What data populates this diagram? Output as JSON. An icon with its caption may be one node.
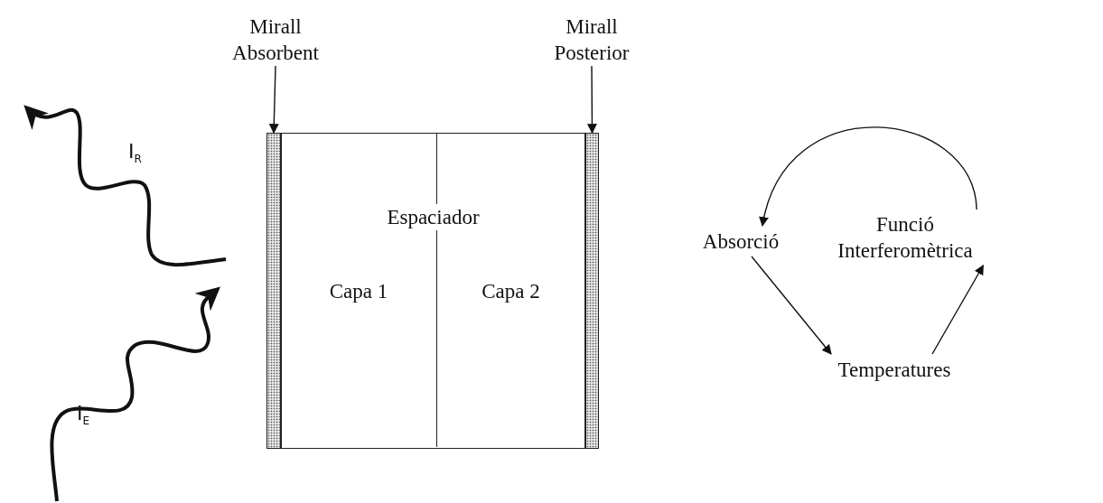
{
  "diagram": {
    "nodes": [
      {
        "text": [
          "Mirall Absorbent"
        ]
      },
      {
        "text": [
          "Mirall Posterior"
        ]
      },
      {
        "text": [],
        "shape": "bar"
      },
      {
        "text": [
          "Espaciador"
        ]
      },
      {
        "text": [
          "Capa 1"
        ],
        "in": 3
      },
      {
        "text": [
          "Capa 2"
        ],
        "in": 3
      },
      {
        "text": [],
        "shape": "bar"
      },
      {
        "text": [
          "Absorció"
        ]
      },
      {
        "text": [
          "Funció Interferomètrica"
        ]
      },
      {
        "text": [
          "Temperatures"
        ]
      }
    ],
    "edges": [
      {
        "from": 0,
        "to": 2,
        "arrow": "to"
      },
      {
        "from": 1,
        "to": 6,
        "arrow": "to"
      },
      {
        "from": 8,
        "to": 7,
        "arrow": "to"
      },
      {
        "from": 7,
        "to": 9,
        "arrow": "to"
      },
      {
        "from": 9,
        "to": 8,
        "arrow": "to"
      }
    ],
    "labels": [
      "I$_{R}$",
      "I$_{E}$"
    ]
  }
}
